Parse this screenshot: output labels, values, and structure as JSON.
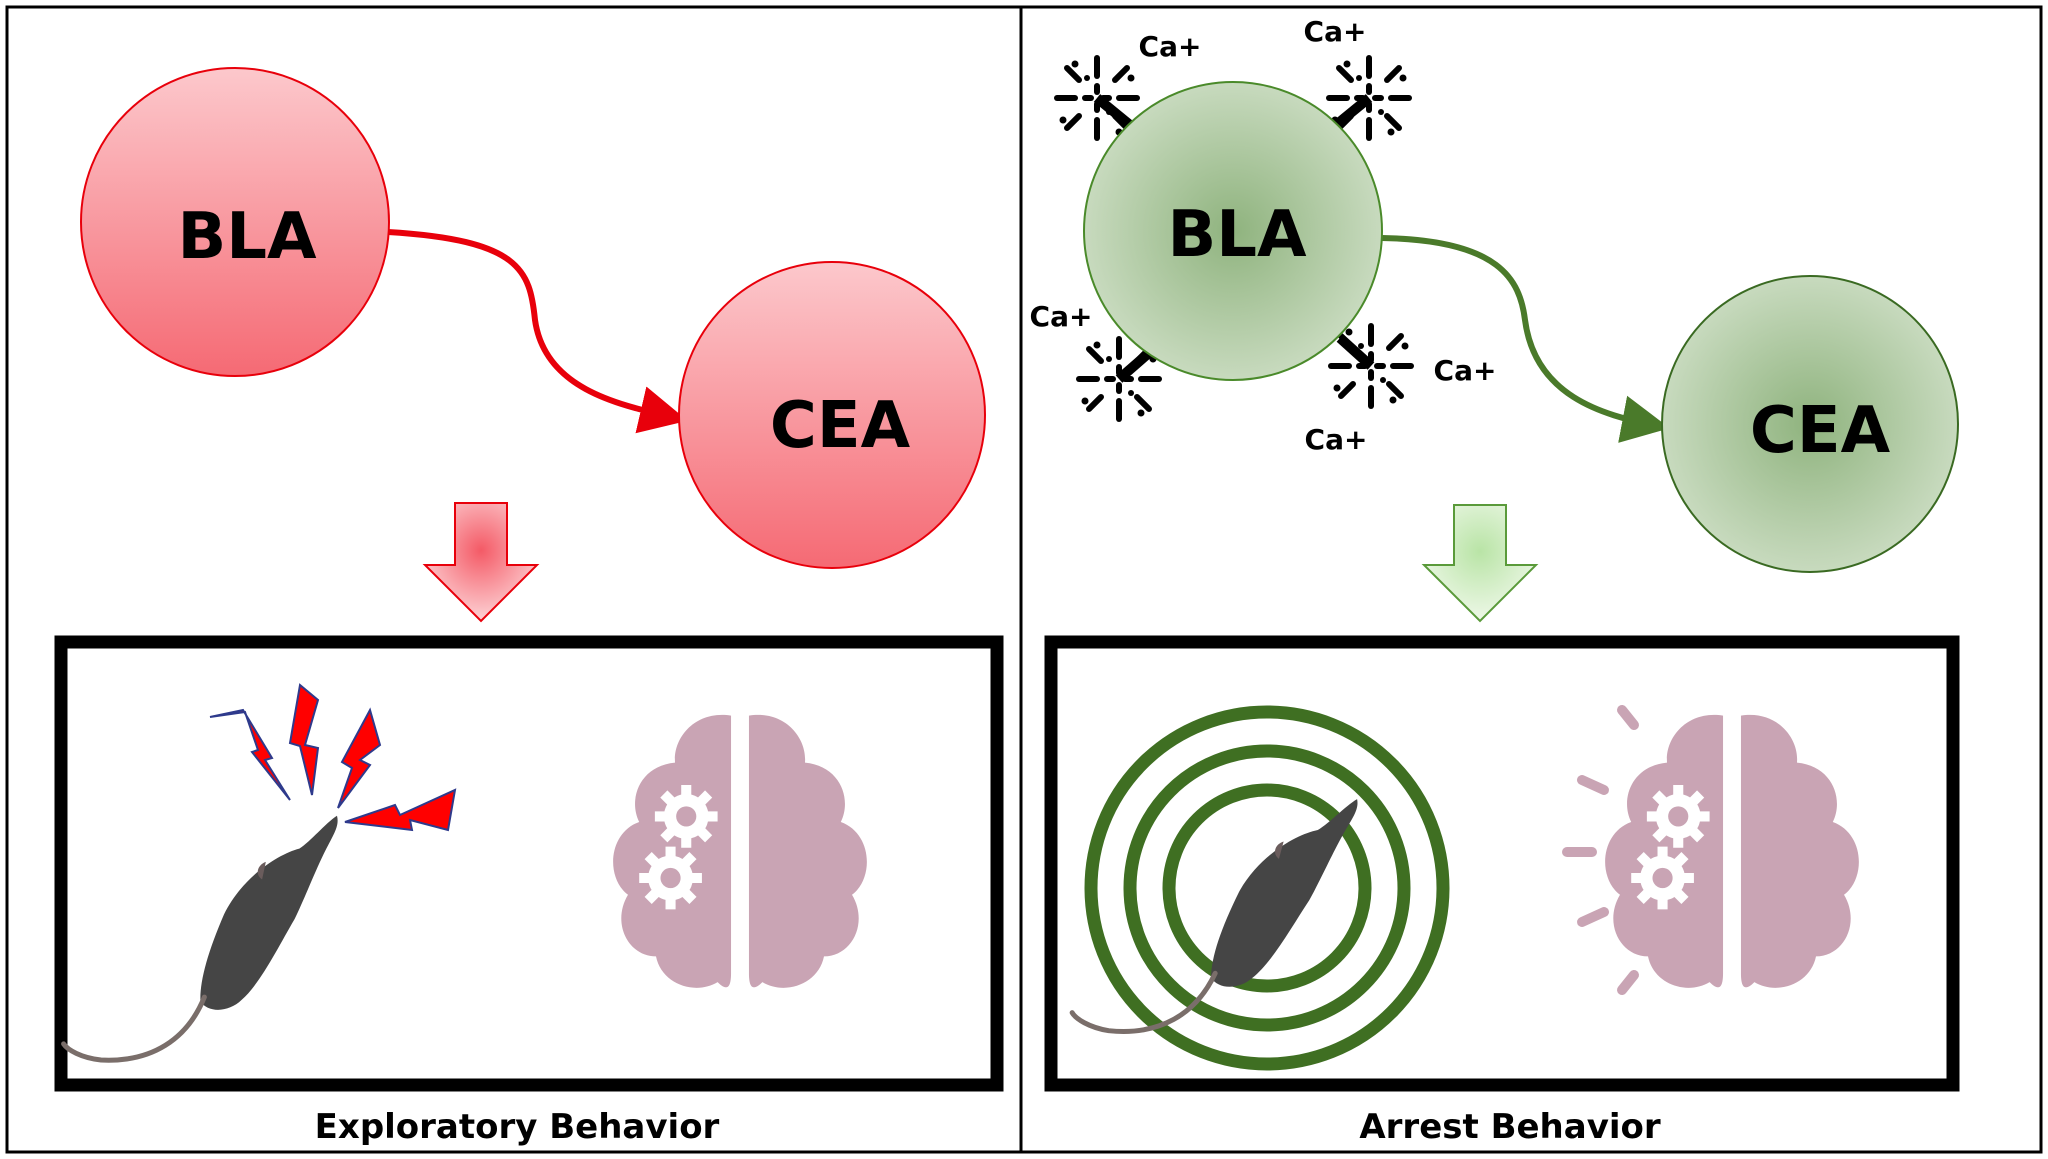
{
  "left_panel": {
    "node_source": "BLA",
    "node_target": "CEA",
    "caption": "Exploratory Behavior",
    "color": "#e8000b",
    "node_fill": "#f6a0a6"
  },
  "right_panel": {
    "node_source": "BLA",
    "node_target": "CEA",
    "caption": "Arrest Behavior",
    "ion_labels": [
      "Ca+",
      "Ca+",
      "Ca+",
      "Ca+",
      "Ca+"
    ],
    "color": "#4a7a2a",
    "node_fill": "#b3cba8"
  },
  "brain_color": "#c9a4b4"
}
